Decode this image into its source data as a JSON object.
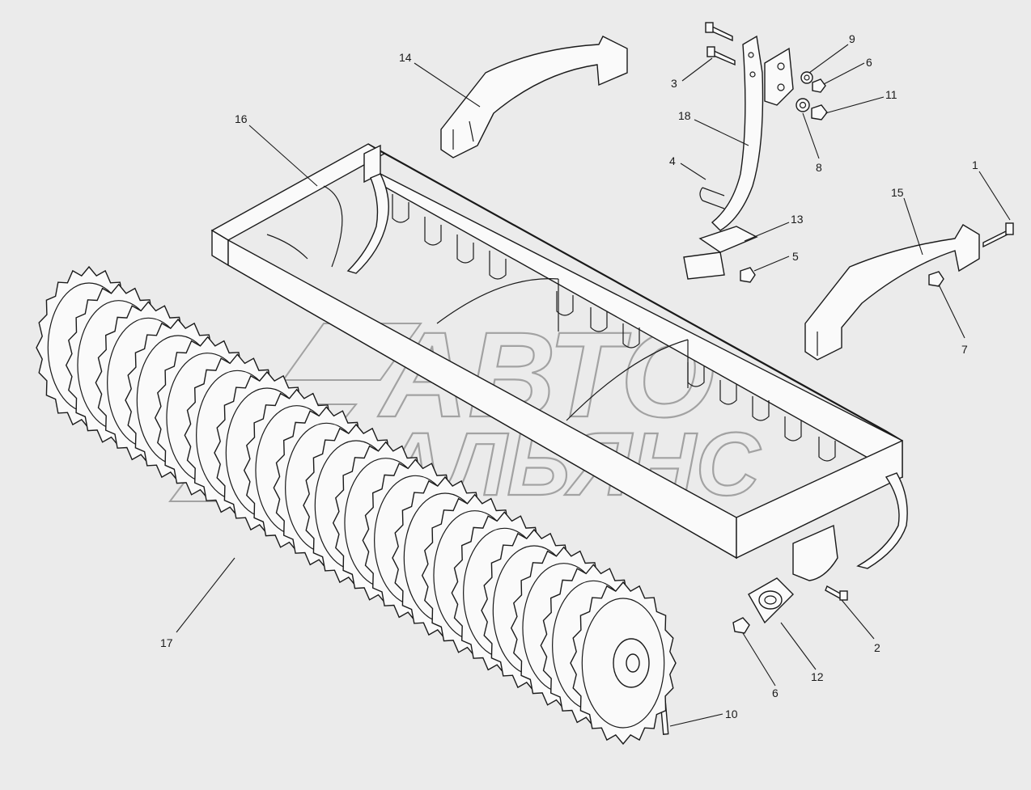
{
  "watermark": {
    "line1": "АВТО",
    "line2": "АЛЬЯНС"
  },
  "callouts": [
    {
      "id": "1",
      "text": "1"
    },
    {
      "id": "2",
      "text": "2"
    },
    {
      "id": "3",
      "text": "3"
    },
    {
      "id": "4",
      "text": "4"
    },
    {
      "id": "5",
      "text": "5"
    },
    {
      "id": "6a",
      "text": "6"
    },
    {
      "id": "6b",
      "text": "6"
    },
    {
      "id": "7",
      "text": "7"
    },
    {
      "id": "8",
      "text": "8"
    },
    {
      "id": "9",
      "text": "9"
    },
    {
      "id": "10",
      "text": "10"
    },
    {
      "id": "11",
      "text": "11"
    },
    {
      "id": "12",
      "text": "12"
    },
    {
      "id": "13",
      "text": "13"
    },
    {
      "id": "14",
      "text": "14"
    },
    {
      "id": "15",
      "text": "15"
    },
    {
      "id": "16",
      "text": "16"
    },
    {
      "id": "17",
      "text": "17"
    },
    {
      "id": "18",
      "text": "18"
    }
  ]
}
